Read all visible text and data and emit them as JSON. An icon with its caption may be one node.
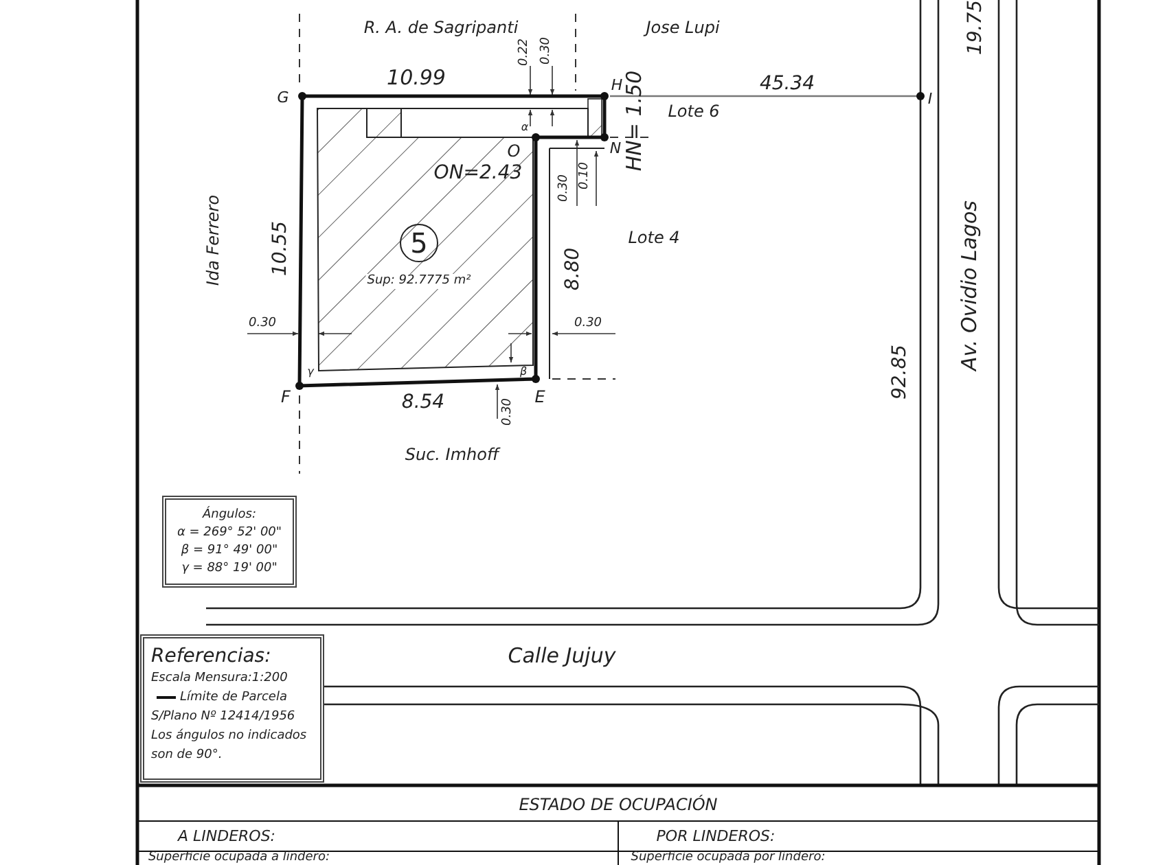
{
  "diagram": {
    "nodes": [
      {
        "text": [
          "Sup: 92.7775 m²"
        ]
      },
      {
        "text": [
          "5"
        ],
        "in": 0
      },
      {
        "text": [
          "Ángulos:",
          "α = 269° 52' 00\"",
          "β = 91° 49' 00\"",
          "γ = 88° 19' 00\""
        ]
      },
      {
        "text": [
          "Referencias:",
          "Escala Mensura:1:200",
          "S/Plano Nº 12414/1956",
          "Los ángulos no indicados son de 90°."
        ]
      }
    ],
    "labels": [
      "R. A. de Sagripanti",
      "Jose Lupi",
      "19.75",
      "0.22",
      "0.30",
      "10.99",
      "G",
      "H",
      "HN= 1.50",
      "45.34",
      "I",
      "α",
      "O",
      "N",
      "Lote 6",
      "ON=2.43",
      "0.30",
      "0.10",
      "Ida Ferrero",
      "10.55",
      "Lote 4",
      "8.80",
      "0.30",
      "0.30",
      "γ",
      "β",
      "F",
      "8.54",
      "E",
      "0.30",
      "Suc. Imhoff",
      "92.85",
      "Av. Ovidio Lagos",
      "Calle Jujuy",
      "ESTADO DE OCUPACIÓN",
      "A LINDEROS:",
      "POR LINDEROS:",
      "Superficie ocupada a lindero:",
      "Superficie ocupada por lindero:"
    ],
    "legend": [
      {
        "text": "Límite de Parcela"
      }
    ]
  }
}
